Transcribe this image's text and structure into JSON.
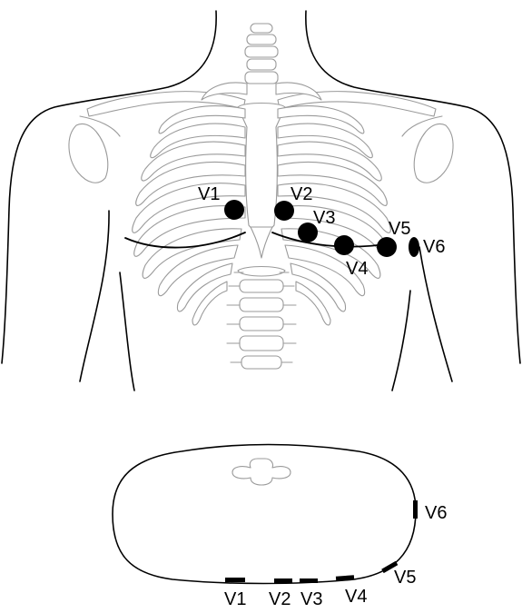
{
  "chest_view": {
    "electrodes": [
      {
        "id": "V1",
        "label": "V1"
      },
      {
        "id": "V2",
        "label": "V2"
      },
      {
        "id": "V3",
        "label": "V3"
      },
      {
        "id": "V4",
        "label": "V4"
      },
      {
        "id": "V5",
        "label": "V5"
      },
      {
        "id": "V6",
        "label": "V6"
      }
    ]
  },
  "cross_section_view": {
    "electrodes": [
      {
        "id": "V1",
        "label": "V1"
      },
      {
        "id": "V2",
        "label": "V2"
      },
      {
        "id": "V3",
        "label": "V3"
      },
      {
        "id": "V4",
        "label": "V4"
      },
      {
        "id": "V5",
        "label": "V5"
      },
      {
        "id": "V6",
        "label": "V6"
      }
    ]
  },
  "colors": {
    "electrode": "#000000",
    "bone_outline": "#9a9a9a",
    "body_outline": "#000000"
  }
}
